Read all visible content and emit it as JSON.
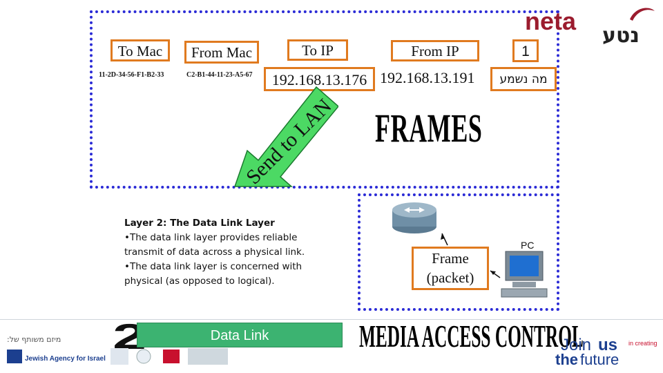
{
  "header": {
    "to_mac": "To Mac",
    "from_mac": "From Mac",
    "to_ip": "To IP",
    "from_ip": "From IP",
    "seq": "1"
  },
  "values": {
    "to_mac": "11-2D-34-56-F1-B2-33",
    "from_mac": "C2-B1-44-11-23-A5-67",
    "to_ip": "192.168.13.176",
    "from_ip": "192.168.13.191",
    "message": "מה נשמע"
  },
  "arrow_label": "Send to LAN",
  "frames_title": "FRAMES",
  "layer": {
    "title": "Layer 2: The Data Link Layer",
    "line1": "•The data link layer provides reliable transmit of data across a physical link.",
    "line2": "•The data link layer is concerned with physical (as opposed to logical)."
  },
  "layer_number": "2",
  "data_link_label": "Data Link",
  "media_access": "MEDIA ACCESS CONTROL",
  "frame_box": {
    "line1": "Frame",
    "line2": "(packet)"
  },
  "pc_label": "PC",
  "logo": {
    "neta": "neta",
    "neta_he": "נטע",
    "join": "Join",
    "us": "us",
    "in_creating": "in creating",
    "the": "the",
    "future": "future",
    "partners_he": "מיזם משותף של:",
    "jewish_agency": "Jewish Agency for Israel"
  },
  "colors": {
    "dotted_border": "#2b2bd6",
    "orange_box": "#e07a1f",
    "arrow_green": "#4cd964",
    "data_link_green": "#3cb371",
    "brand_red": "#9b1c2e"
  }
}
